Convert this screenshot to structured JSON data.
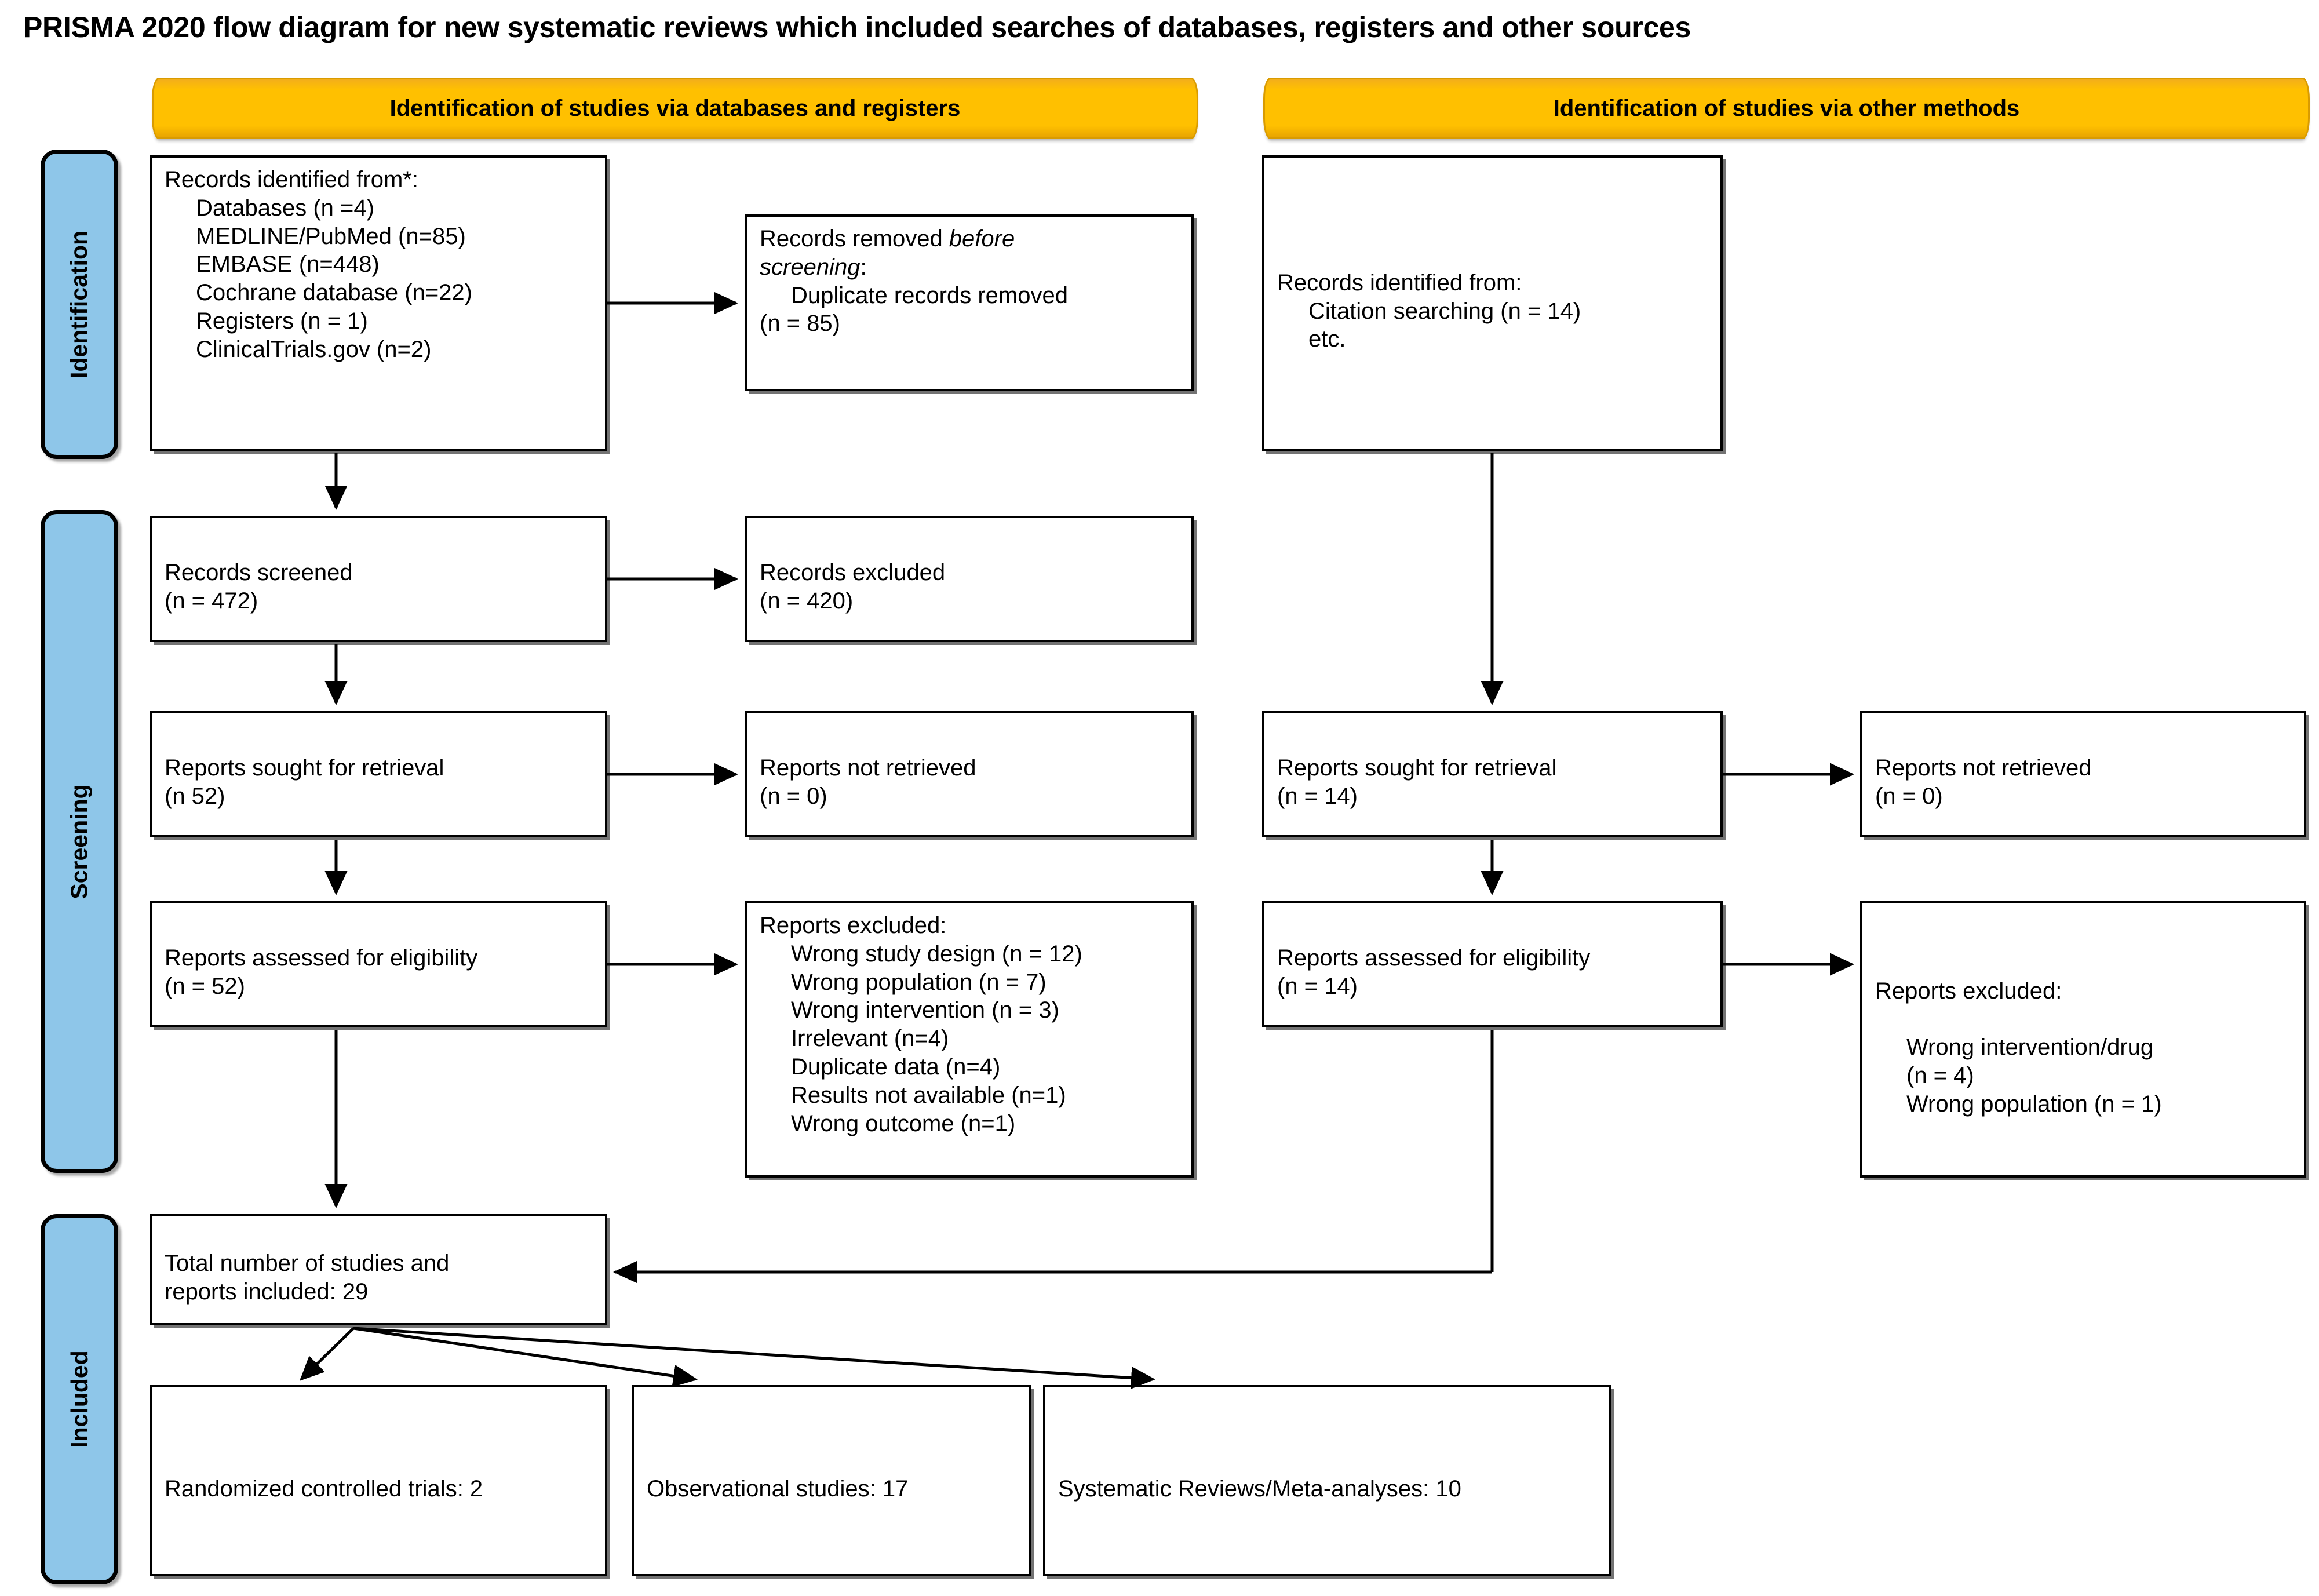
{
  "title": "PRISMA 2020 flow diagram for new systematic reviews which included searches of databases, registers and other sources",
  "colors": {
    "banner_fill": "#ffc000",
    "banner_border": "#d99b00",
    "stage_fill": "#8ec6e9",
    "node_border": "#000000",
    "text": "#000000",
    "background": "#ffffff"
  },
  "banners": {
    "left": "Identification of studies via databases and registers",
    "right": "Identification of studies via other methods"
  },
  "stages": [
    {
      "label": "Identification"
    },
    {
      "label": "Screening"
    },
    {
      "label": "Included"
    }
  ],
  "nodes": {
    "records_identified": {
      "lines": [
        {
          "text": "Records identified from*:",
          "indent": false
        },
        {
          "text": "Databases (n =4)",
          "indent": true
        },
        {
          "text": "MEDLINE/PubMed (n=85)",
          "indent": true
        },
        {
          "text": "EMBASE (n=448)",
          "indent": true
        },
        {
          "text": "Cochrane database (n=22)",
          "indent": true
        },
        {
          "text": "Registers (n = 1)",
          "indent": true
        },
        {
          "text": "ClinicalTrials.gov (n=2)",
          "indent": true
        }
      ]
    },
    "records_removed": {
      "line1_pre": "Records removed ",
      "line1_italic": "before",
      "line2_italic": "screening",
      "line2_post": ":",
      "lines_rest": [
        {
          "text": "Duplicate records removed",
          "indent": true
        },
        {
          "text": "(n = 85)",
          "indent": true
        }
      ]
    },
    "records_screened": {
      "lines": [
        {
          "text": "Records screened",
          "indent": false
        },
        {
          "text": "(n = 472)",
          "indent": false
        }
      ]
    },
    "records_excluded": {
      "lines": [
        {
          "text": "Records excluded",
          "indent": false
        },
        {
          "text": "(n = 420)",
          "indent": false
        }
      ]
    },
    "reports_sought_left": {
      "lines": [
        {
          "text": "Reports sought for retrieval",
          "indent": false
        },
        {
          "text": "(n 52)",
          "indent": false
        }
      ]
    },
    "reports_not_retrieved_left": {
      "lines": [
        {
          "text": "Reports not retrieved",
          "indent": false
        },
        {
          "text": "(n = 0)",
          "indent": false
        }
      ]
    },
    "reports_assessed_left": {
      "lines": [
        {
          "text": "Reports assessed for eligibility",
          "indent": false
        },
        {
          "text": "(n = 52)",
          "indent": false
        }
      ]
    },
    "reports_excluded_left": {
      "lines": [
        {
          "text": "Reports excluded:",
          "indent": false
        },
        {
          "text": "Wrong study design (n = 12)",
          "indent": true
        },
        {
          "text": "Wrong population (n = 7)",
          "indent": true
        },
        {
          "text": "Wrong intervention (n = 3)",
          "indent": true
        },
        {
          "text": "Irrelevant (n=4)",
          "indent": true
        },
        {
          "text": "Duplicate data (n=4)",
          "indent": true
        },
        {
          "text": "Results not available (n=1)",
          "indent": true
        },
        {
          "text": "Wrong outcome (n=1)",
          "indent": true
        }
      ]
    },
    "records_identified_other": {
      "lines": [
        {
          "text": "Records identified from:",
          "indent": false
        },
        {
          "text": "Citation searching (n = 14)",
          "indent": true
        },
        {
          "text": "etc.",
          "indent": true
        }
      ]
    },
    "reports_sought_right": {
      "lines": [
        {
          "text": "Reports sought for retrieval",
          "indent": false
        },
        {
          "text": "(n = 14)",
          "indent": false
        }
      ]
    },
    "reports_not_retrieved_right": {
      "lines": [
        {
          "text": "Reports not retrieved",
          "indent": false
        },
        {
          "text": "(n = 0)",
          "indent": false
        }
      ]
    },
    "reports_assessed_right": {
      "lines": [
        {
          "text": "Reports assessed for eligibility",
          "indent": false
        },
        {
          "text": "(n = 14)",
          "indent": false
        }
      ]
    },
    "reports_excluded_right": {
      "lines": [
        {
          "text": "Reports excluded:",
          "indent": false
        },
        {
          "text": "",
          "indent": false
        },
        {
          "text": "Wrong intervention/drug",
          "indent": true
        },
        {
          "text": "(n = 4)",
          "indent": true
        },
        {
          "text": "Wrong population (n = 1)",
          "indent": true
        }
      ]
    },
    "total_included": {
      "lines": [
        {
          "text": "Total number of studies and",
          "indent": false
        },
        {
          "text": "reports included: 29",
          "indent": false
        }
      ]
    },
    "rct": {
      "lines": [
        {
          "text": "Randomized controlled trials: 2",
          "indent": false
        }
      ]
    },
    "observational": {
      "lines": [
        {
          "text": "Observational studies: 17",
          "indent": false
        }
      ]
    },
    "reviews": {
      "lines": [
        {
          "text": "Systematic Reviews/Meta-analyses: 10",
          "indent": false
        }
      ]
    }
  }
}
